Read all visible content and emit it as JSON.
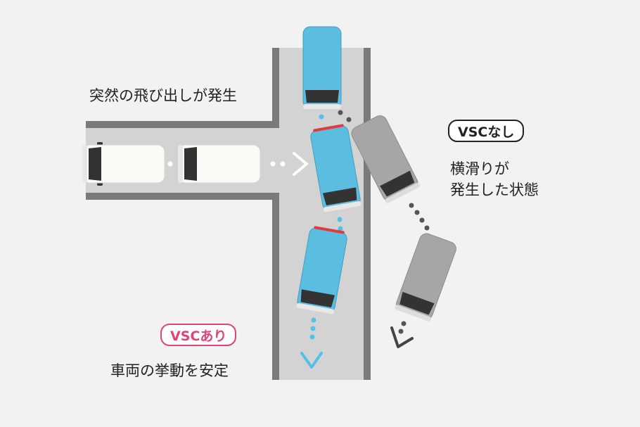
{
  "labels": {
    "sudden": "突然の飛び出しが発生",
    "vsc_off_badge": "VSCなし",
    "vsc_off_line1": "横滑りが",
    "vsc_off_line2": "発生した状態",
    "vsc_on_badge": "VSCあり",
    "vsc_on_desc": "車両の挙動を安定"
  },
  "colors": {
    "background": "#f2f2f2",
    "road": "#d3d3d3",
    "road_edge": "#7a7a7a",
    "car_blue": "#5bbde0",
    "car_gray": "#a6a6a6",
    "car_white": "#fbfaf6",
    "path_blue": "#55c0e6",
    "path_gray": "#555555",
    "path_white": "#ffffff",
    "brake": "#e23b3b",
    "badge_on": "#e0427a",
    "badge_off": "#222222"
  }
}
